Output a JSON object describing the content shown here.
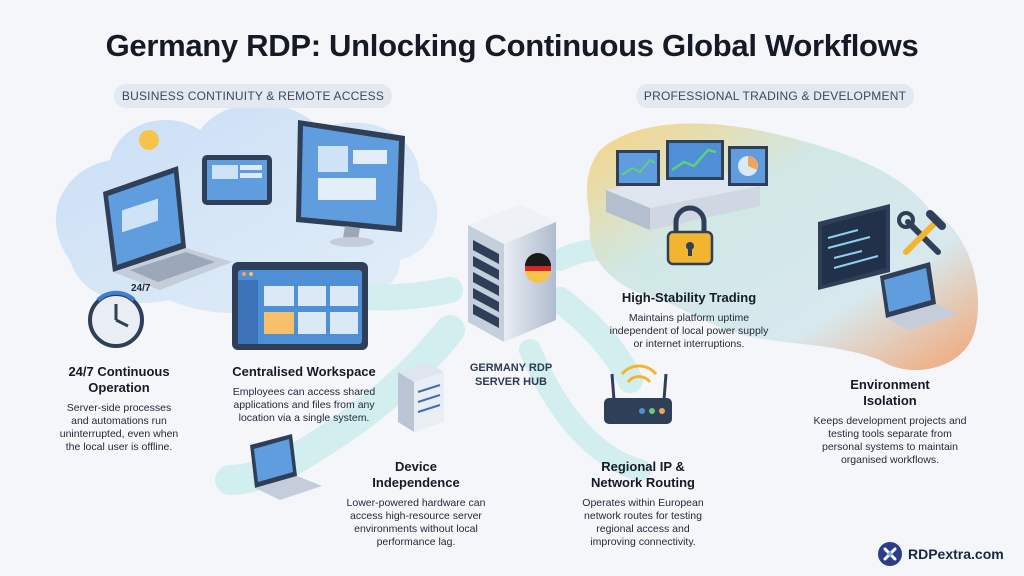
{
  "title": "Germany RDP: Unlocking Continuous Global Workflows",
  "sections": {
    "left": "BUSINESS CONTINUITY & REMOTE ACCESS",
    "right": "PROFESSIONAL TRADING & DEVELOPMENT"
  },
  "hub": {
    "line1": "GERMANY RDP",
    "line2": "SERVER HUB"
  },
  "clock_label": "24/7",
  "features": {
    "continuous": {
      "title_line1": "24/7 Continuous",
      "title_line2": "Operation",
      "desc_line1": "Server-side processes",
      "desc_line2": "and automations run",
      "desc_line3": "uninterrupted, even when",
      "desc_line4": "the local user is offline."
    },
    "workspace": {
      "title_line1": "Centralised Workspace",
      "desc_line1": "Employees can access shared",
      "desc_line2": "applications and files from any",
      "desc_line3": "location via a single system."
    },
    "device": {
      "title_line1": "Device",
      "title_line2": "Independence",
      "desc_line1": "Lower-powered hardware can",
      "desc_line2": "access high-resource server",
      "desc_line3": "environments without local",
      "desc_line4": "performance lag."
    },
    "trading": {
      "title_line1": "High-Stability Trading",
      "desc_line1": "Maintains platform uptime",
      "desc_line2": "independent of local power supply",
      "desc_line3": "or internet interruptions."
    },
    "routing": {
      "title_line1": "Regional IP &",
      "title_line2": "Network Routing",
      "desc_line1": "Operates within European",
      "desc_line2": "network routes for testing",
      "desc_line3": "regional access and",
      "desc_line4": "improving connectivity."
    },
    "isolation": {
      "title_line1": "Environment",
      "title_line2": "Isolation",
      "desc_line1": "Keeps development projects and",
      "desc_line2": "testing tools separate from",
      "desc_line3": "personal systems to maintain",
      "desc_line4": "organised workflows."
    }
  },
  "brand": "RDPextra.com",
  "colors": {
    "accent_blue": "#3f7fd6",
    "cloud_blue": "#cfe4f7",
    "flow_teal": "#d3efef",
    "warm_orange": "#f6a35a",
    "lock_gold": "#f2b530"
  }
}
